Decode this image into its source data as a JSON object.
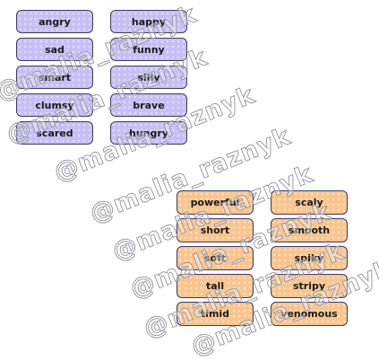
{
  "group_purple": {
    "left_column": [
      "angry",
      "sad",
      "smart",
      "clumsy",
      "scared"
    ],
    "right_column": [
      "happy",
      "funny",
      "silly",
      "brave",
      "hungry"
    ]
  },
  "group_orange": {
    "left_column": [
      "powerful",
      "short",
      "soft",
      "tall",
      "timid"
    ],
    "right_column": [
      "scaly",
      "smooth",
      "spiky",
      "stripy",
      "venomous"
    ]
  },
  "watermark": "@malia_raznyk",
  "colors": {
    "purple_card": "#c6bff4",
    "orange_card": "#f8c590",
    "card_border": "#3d3d5c"
  }
}
